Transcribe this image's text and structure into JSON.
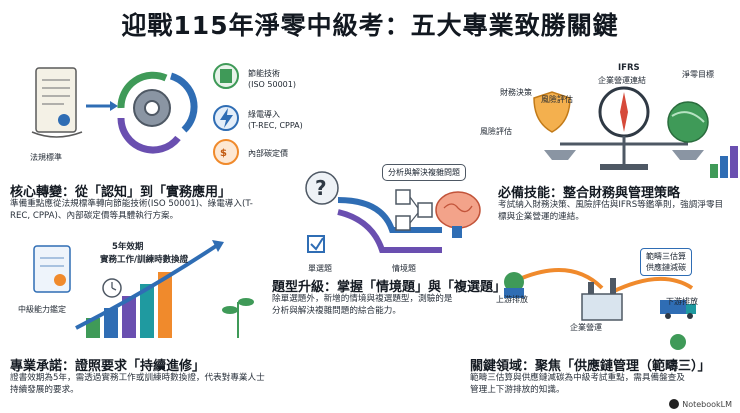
{
  "title": "迎戰115年淨零中級考：五大專業致勝關鍵",
  "sections": {
    "core": {
      "heading": "核心轉變：從「認知」到「實務應用」",
      "body": "準備重點應從法規標準轉向節能技術(ISO 50001)、綠電導入(T-REC, CPPA)、內部碳定價等具體執行方案。",
      "labels": {
        "regulation": "法規標準",
        "energy": "節能技術",
        "energy_sub": "(ISO 50001)",
        "green": "綠電導入",
        "green_sub": "(T-REC, CPPA)",
        "carbon": "內部碳定價"
      }
    },
    "question": {
      "heading": "題型升級：掌握「情境題」與「複選題」",
      "body": "除單選題外，新增的情境與複選題型，測驗的是分析與解決複雜問題的綜合能力。",
      "labels": {
        "analysis": "分析與解決複雜問題",
        "single": "單選題",
        "scenario": "情境題"
      }
    },
    "skill": {
      "heading": "必備技能：整合財務與管理策略",
      "body": "考試納入財務決策、風險評估與IFRS等鑑準則，強調淨零目標與企業營運的連結。",
      "labels": {
        "finance": "財務決策",
        "risk": "風險評估",
        "ifrs": "IFRS",
        "ifrs_sub": "企業營運連結",
        "netzero": "淨零目標",
        "risk2": "風險評估"
      }
    },
    "cert": {
      "heading": "專業承諾：證照要求「持續進修」",
      "body": "證書效期為5年，需透過實務工作或訓練時數換證，代表對專業人士持續發展的要求。",
      "labels": {
        "validity": "5年效期",
        "renew": "實務工作/訓練時數換證",
        "mid_level": "中級能力鑑定"
      }
    },
    "supply": {
      "heading": "關鍵領域：聚焦「供應鏈管理（範疇三）」",
      "body": "範疇三估算與供應鏈減碳為中級考試重點，需具備盤查及管理上下游排放的知識。",
      "labels": {
        "scope3": "範疇三估算",
        "scope3_sub": "供應鏈減碳",
        "upstream": "上游排放",
        "downstream": "下游排放",
        "company": "企業營運"
      }
    }
  },
  "footer": {
    "brand": "NotebookLM"
  },
  "colors": {
    "blue": "#2f6db4",
    "green": "#3f9a58",
    "orange": "#f08a2c",
    "purple": "#6a4fb0",
    "teal": "#1f9aa0"
  }
}
